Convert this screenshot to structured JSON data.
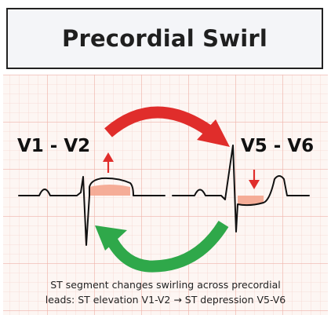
{
  "title": "Precordial Swirl",
  "labels": {
    "left_leads": "V1 - V2",
    "right_leads": "V5 - V6"
  },
  "caption": {
    "line1": "ST segment changes swirling across precordial",
    "line2": "leads: ST elevation V1-V2 → ST depression V5-V6"
  },
  "colors": {
    "grid_minor": "#f6d6d0",
    "grid_major": "#eeb4aa",
    "grid_bg": "#fdf6f3",
    "ecg": "#111111",
    "st_highlight": "#f4a58e",
    "arrow_red": "#e02d2b",
    "arrow_green": "#2fa84a"
  },
  "icons": {
    "top_arrow": "curved-arrow-right-red",
    "bottom_arrow": "curved-arrow-left-green",
    "elevation": "arrow-up-red",
    "depression": "arrow-down-red"
  }
}
